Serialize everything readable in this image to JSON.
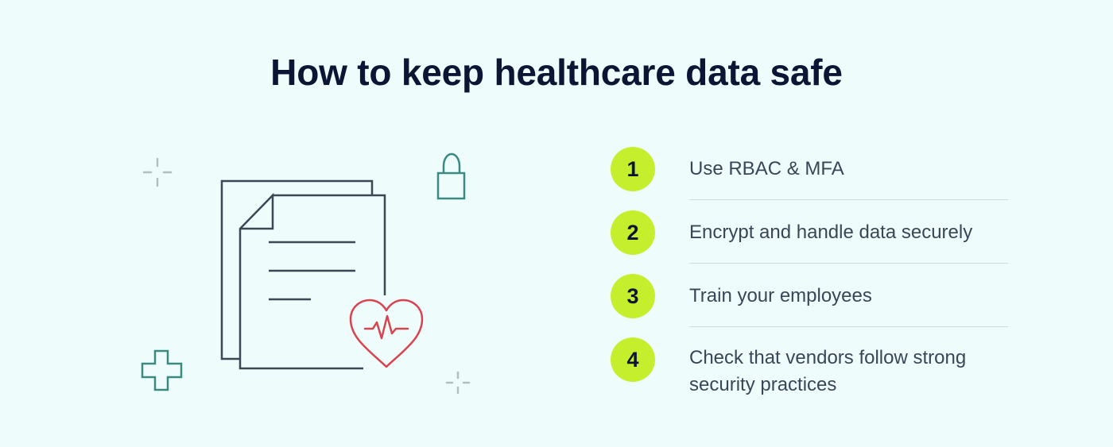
{
  "title": "How to keep healthcare data safe",
  "steps": [
    {
      "number": "1",
      "text": "Use RBAC & MFA"
    },
    {
      "number": "2",
      "text": "Encrypt and handle data securely"
    },
    {
      "number": "3",
      "text": "Train your employees"
    },
    {
      "number": "4",
      "text": "Check that vendors follow strong security practices"
    }
  ],
  "colors": {
    "background": "#effcfc",
    "badge": "#c5ef2c",
    "title": "#0c1533",
    "document_stroke": "#3b4755",
    "heart_stroke": "#d9434f",
    "accent_teal": "#3a8a82",
    "sparkle_gray": "#b3bec3"
  },
  "icons": [
    "documents-icon",
    "heart-pulse-icon",
    "lock-icon",
    "medical-cross-icon",
    "sparkle-icon"
  ]
}
